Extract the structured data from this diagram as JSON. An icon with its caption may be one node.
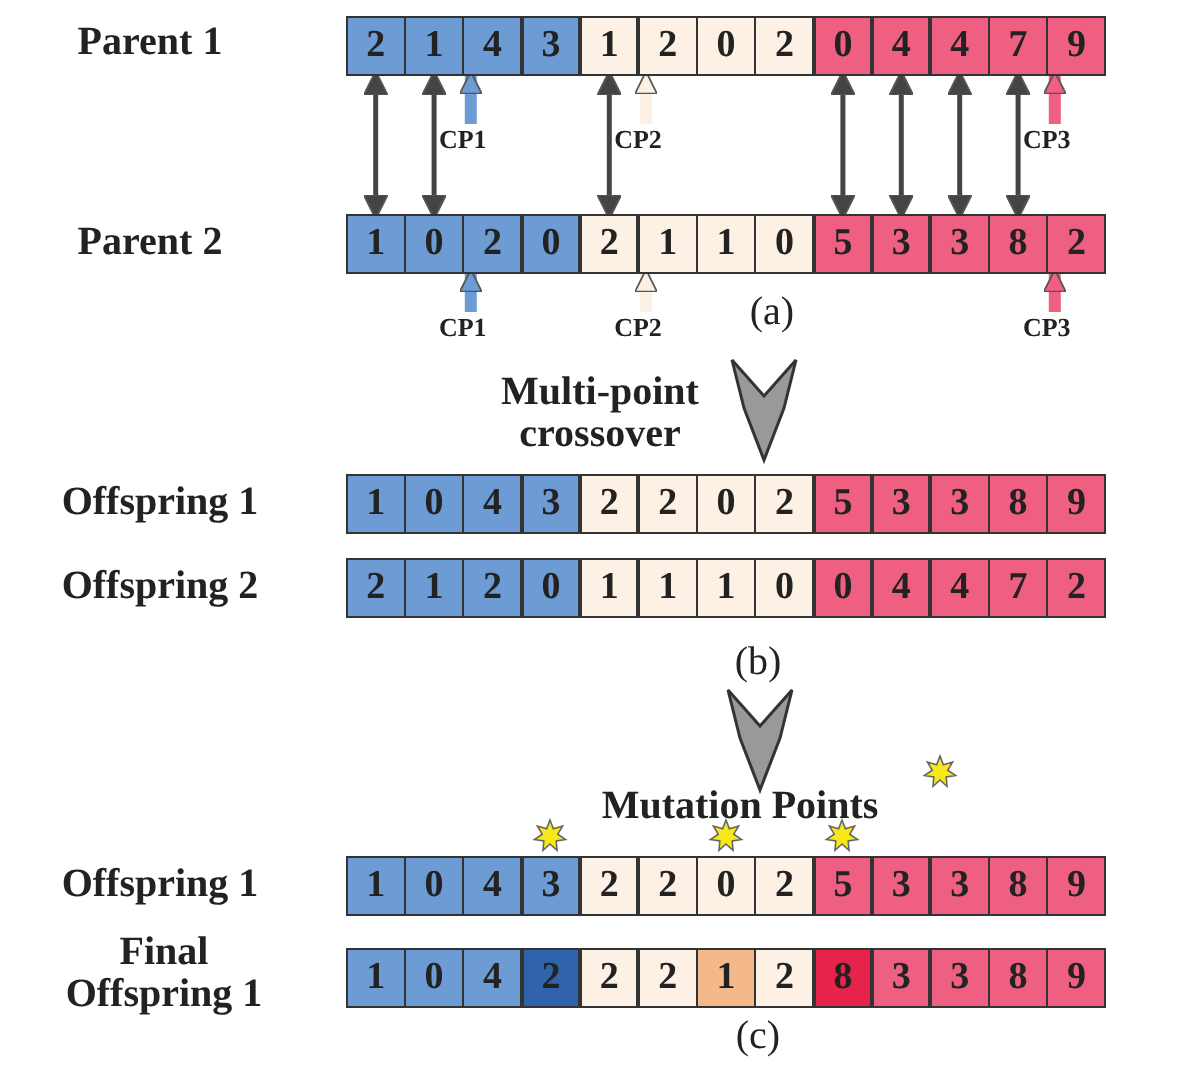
{
  "diagram": {
    "nodes": [
      {
        "text": [
          "2"
        ]
      },
      {
        "text": [
          "1"
        ]
      },
      {
        "text": [
          "4"
        ]
      },
      {
        "text": [
          "3"
        ]
      },
      {
        "text": [
          "1"
        ]
      },
      {
        "text": [
          "2"
        ]
      },
      {
        "text": [
          "0"
        ]
      },
      {
        "text": [
          "2"
        ]
      },
      {
        "text": [
          "0"
        ]
      },
      {
        "text": [
          "4"
        ]
      },
      {
        "text": [
          "4"
        ]
      },
      {
        "text": [
          "7"
        ]
      },
      {
        "text": [
          "9"
        ]
      },
      {
        "text": [
          "CP1"
        ]
      },
      {
        "text": [
          "CP2"
        ]
      },
      {
        "text": [
          "CP3"
        ]
      },
      {
        "text": [
          "1"
        ]
      },
      {
        "text": [
          "0"
        ]
      },
      {
        "text": [
          "2"
        ]
      },
      {
        "text": [
          "0"
        ]
      },
      {
        "text": [
          "2"
        ]
      },
      {
        "text": [
          "1"
        ]
      },
      {
        "text": [
          "1"
        ]
      },
      {
        "text": [
          "0"
        ]
      },
      {
        "text": [
          "5"
        ]
      },
      {
        "text": [
          "3"
        ]
      },
      {
        "text": [
          "3"
        ]
      },
      {
        "text": [
          "8"
        ]
      },
      {
        "text": [
          "2"
        ]
      },
      {
        "text": [
          "CP1"
        ]
      },
      {
        "text": [
          "CP2"
        ]
      },
      {
        "text": [
          "CP3"
        ]
      },
      {
        "text": [
          "1"
        ]
      },
      {
        "text": [
          "0"
        ]
      },
      {
        "text": [
          "4"
        ]
      },
      {
        "text": [
          "3"
        ]
      },
      {
        "text": [
          "2"
        ]
      },
      {
        "text": [
          "2"
        ]
      },
      {
        "text": [
          "0"
        ]
      },
      {
        "text": [
          "2"
        ]
      },
      {
        "text": [
          "5"
        ]
      },
      {
        "text": [
          "3"
        ]
      },
      {
        "text": [
          "3"
        ]
      },
      {
        "text": [
          "8"
        ]
      },
      {
        "text": [
          "9"
        ]
      },
      {
        "text": [
          "2"
        ]
      },
      {
        "text": [
          "1"
        ]
      },
      {
        "text": [
          "2"
        ]
      },
      {
        "text": [
          "0"
        ]
      },
      {
        "text": [
          "1"
        ]
      },
      {
        "text": [
          "1"
        ]
      },
      {
        "text": [
          "1"
        ]
      },
      {
        "text": [
          "0"
        ]
      },
      {
        "text": [
          "0"
        ]
      },
      {
        "text": [
          "4"
        ]
      },
      {
        "text": [
          "4"
        ]
      },
      {
        "text": [
          "7"
        ]
      },
      {
        "text": [
          "2"
        ]
      },
      {
        "text": [
          "1"
        ]
      },
      {
        "text": [
          "0"
        ]
      },
      {
        "text": [
          "4"
        ]
      },
      {
        "text": [
          "3"
        ]
      },
      {
        "text": [
          "2"
        ]
      },
      {
        "text": [
          "2"
        ]
      },
      {
        "text": [
          "0"
        ]
      },
      {
        "text": [
          "2"
        ]
      },
      {
        "text": [
          "5"
        ]
      },
      {
        "text": [
          "3"
        ]
      },
      {
        "text": [
          "3"
        ]
      },
      {
        "text": [
          "8"
        ]
      },
      {
        "text": [
          "9"
        ]
      },
      {
        "text": [
          "1"
        ]
      },
      {
        "text": [
          "0"
        ]
      },
      {
        "text": [
          "4"
        ]
      },
      {
        "text": [
          "2"
        ]
      },
      {
        "text": [
          "2"
        ]
      },
      {
        "text": [
          "2"
        ]
      },
      {
        "text": [
          "1"
        ]
      },
      {
        "text": [
          "2"
        ]
      },
      {
        "text": [
          "8"
        ]
      },
      {
        "text": [
          "3"
        ]
      },
      {
        "text": [
          "3"
        ]
      },
      {
        "text": [
          "8"
        ]
      },
      {
        "text": [
          "9"
        ]
      }
    ],
    "edges": [
      {
        "from": 0,
        "to": 16,
        "arrow": "both"
      },
      {
        "from": 1,
        "to": 17,
        "arrow": "both"
      },
      {
        "from": 4,
        "to": 20,
        "arrow": "both"
      },
      {
        "from": 8,
        "to": 24,
        "arrow": "both"
      },
      {
        "from": 9,
        "to": 25,
        "arrow": "both"
      },
      {
        "from": 10,
        "to": 26,
        "arrow": "both"
      },
      {
        "from": 11,
        "to": 27,
        "arrow": "both"
      },
      {
        "from": 13,
        "to": 2,
        "arrow": "to",
        "style": "thick",
        "color": "#6d9bd3"
      },
      {
        "from": 14,
        "to": 5,
        "arrow": "to",
        "style": "thick",
        "color": "#fdf0e4"
      },
      {
        "from": 15,
        "to": 12,
        "arrow": "to",
        "style": "thick",
        "color": "#ee5f82"
      },
      {
        "from": 29,
        "to": 18,
        "arrow": "to",
        "style": "thick",
        "color": "#6d9bd3"
      },
      {
        "from": 30,
        "to": 21,
        "arrow": "to",
        "style": "thick",
        "color": "#fdf0e4"
      },
      {
        "from": 31,
        "to": 28,
        "arrow": "to",
        "style": "thick",
        "color": "#ee5f82"
      }
    ],
    "labels": [
      "Parent 1",
      "Parent 2",
      "(a)",
      "Multi-point crossover",
      "Offspring 1",
      "Offspring 2",
      "(b)",
      "Mutation Points",
      "Offspring 1",
      "Final Offspring 1",
      "(c)"
    ]
  }
}
